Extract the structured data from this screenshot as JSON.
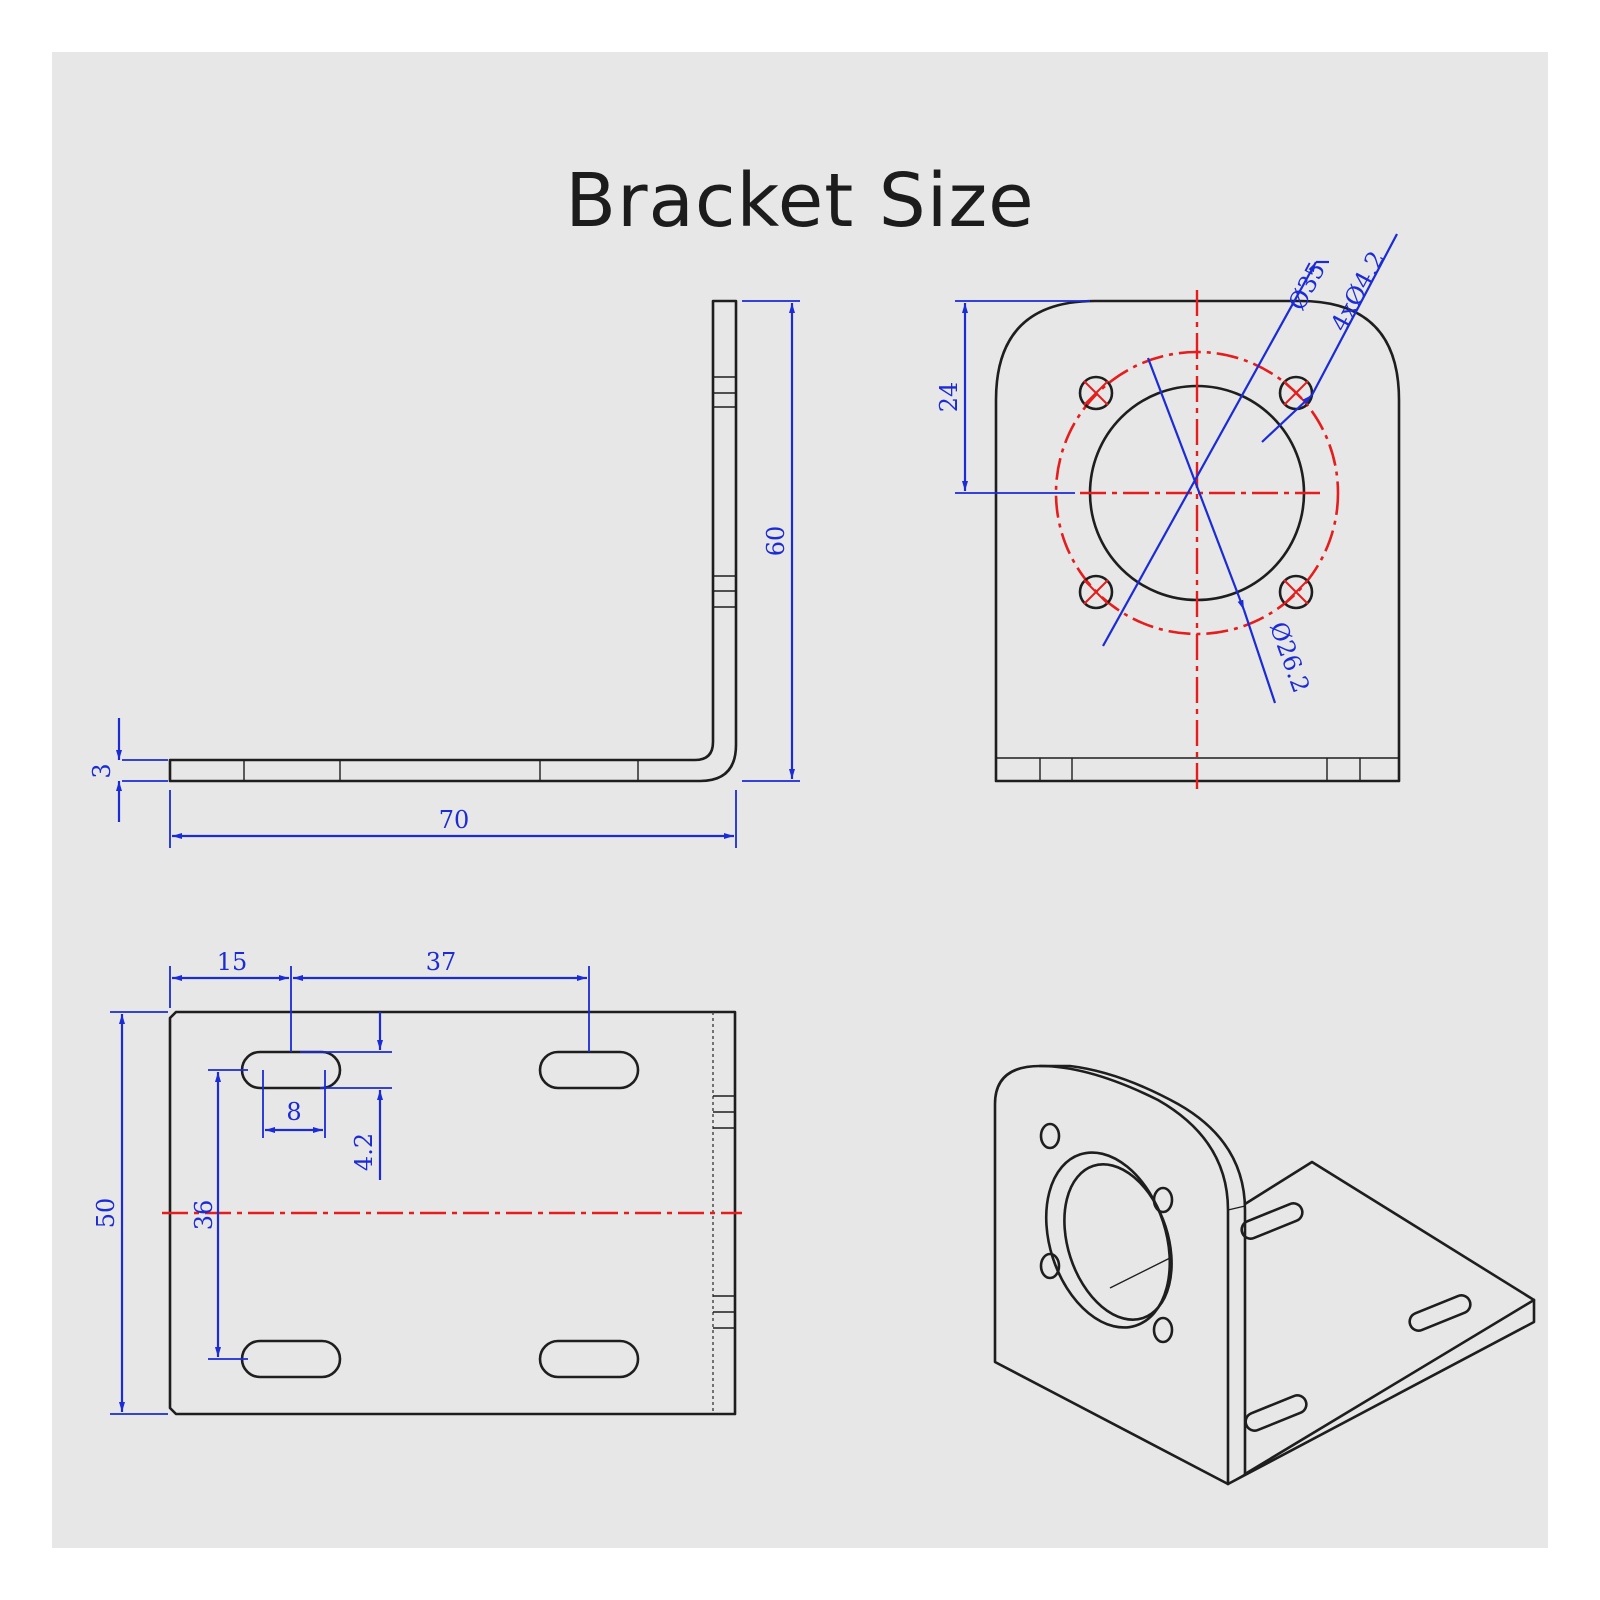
{
  "title": "Bracket Size",
  "colors": {
    "background": "#e7e7e7",
    "outline": "#1e1e1e",
    "dimension": "#1b2bd6",
    "centerline": "#e51d1d"
  },
  "dimensions": {
    "side_view": {
      "thickness": "3",
      "base_length": "70",
      "height": "60"
    },
    "front_view": {
      "top_offset": "24",
      "pcd": "Ø35",
      "holes": "4xØ4.2",
      "bore": "Ø26.2"
    },
    "top_view": {
      "edge_to_slot": "15",
      "slot_spacing": "37",
      "slot_length": "8",
      "slot_width": "4.2",
      "width": "50",
      "slot_row_spacing": "36"
    }
  }
}
